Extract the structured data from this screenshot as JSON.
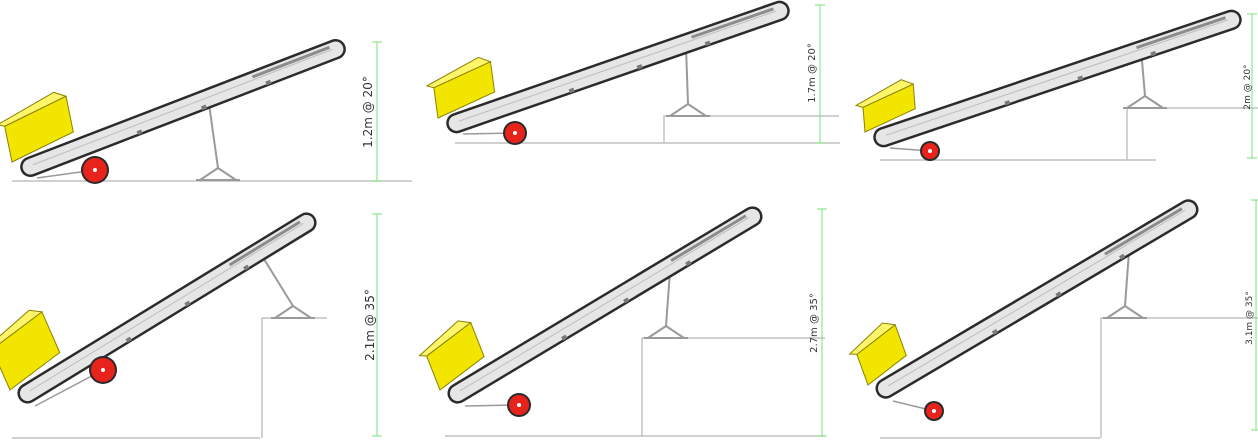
{
  "colors": {
    "hopper_fill": "#f2e600",
    "hopper_stroke": "#8a8200",
    "wheel_fill": "#e8231b",
    "wheel_ring": "#2a2a2a",
    "belt_outline": "#2b2b2b",
    "belt_fill": "#e6e6e6",
    "frame_gray": "#9a9a9a",
    "ground_gray": "#b5b5b5",
    "dimension_green": "#7be07b",
    "text": "#333333"
  },
  "icons": [
    "hopper-icon",
    "wheel-icon",
    "support-stand-icon",
    "conveyor-belt-icon"
  ],
  "conveyors": [
    {
      "label": "1.2m @ 20°"
    },
    {
      "label": "1.7m @ 20°"
    },
    {
      "label": "2m @ 20°"
    },
    {
      "label": "2.1m @ 35°"
    },
    {
      "label": "2.7m @ 35°"
    },
    {
      "label": "3.1m @ 35°"
    }
  ]
}
